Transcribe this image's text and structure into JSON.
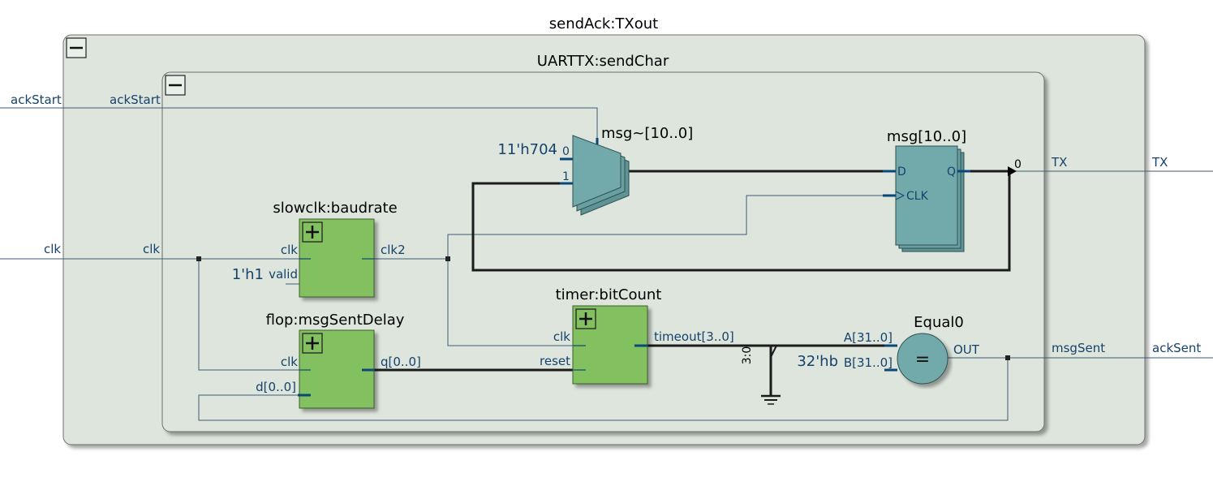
{
  "outer_module": {
    "title": "sendAck:TXout",
    "collapse_glyph": "minus-box-icon"
  },
  "inner_module": {
    "title": "UARTTX:sendChar",
    "collapse_glyph": "minus-box-icon"
  },
  "ports": {
    "ackStart": "ackStart",
    "clk": "clk",
    "TX": "TX",
    "ackSent": "ackSent"
  },
  "inner_ports": {
    "ackStart": "ackStart",
    "clk": "clk",
    "TX": "TX",
    "msgSent": "msgSent"
  },
  "mux": {
    "title": "msg~[10..0]",
    "const": "11'h704",
    "in0": "0",
    "in1": "1"
  },
  "register": {
    "title": "msg[10..0]",
    "d": "D",
    "q": "Q",
    "clk": "CLK",
    "bit": "0"
  },
  "baudrate": {
    "title": "slowclk:baudrate",
    "clk": "clk",
    "valid": "valid",
    "const": "1'h1",
    "out": "clk2",
    "expand_glyph": "plus-box-icon"
  },
  "msgSentDelay": {
    "title": "flop:msgSentDelay",
    "clk": "clk",
    "d": "d[0..0]",
    "q": "q[0..0]",
    "expand_glyph": "plus-box-icon"
  },
  "bitCount": {
    "title": "timer:bitCount",
    "clk": "clk",
    "reset": "reset",
    "out": "timeout[3..0]",
    "expand_glyph": "plus-box-icon"
  },
  "equal": {
    "title": "Equal0",
    "a": "A[31..0]",
    "b": "B[31..0]",
    "out": "OUT",
    "symbol": "=",
    "const": "32'hb",
    "slice": "3:0"
  },
  "colors": {
    "module_fill": "#dde5dd",
    "module_stroke": "#6f6f6f",
    "submodule_fill": "#83c160",
    "primitive_fill": "#72aaab",
    "wire": "#3e5a74",
    "label": "#17426b"
  }
}
